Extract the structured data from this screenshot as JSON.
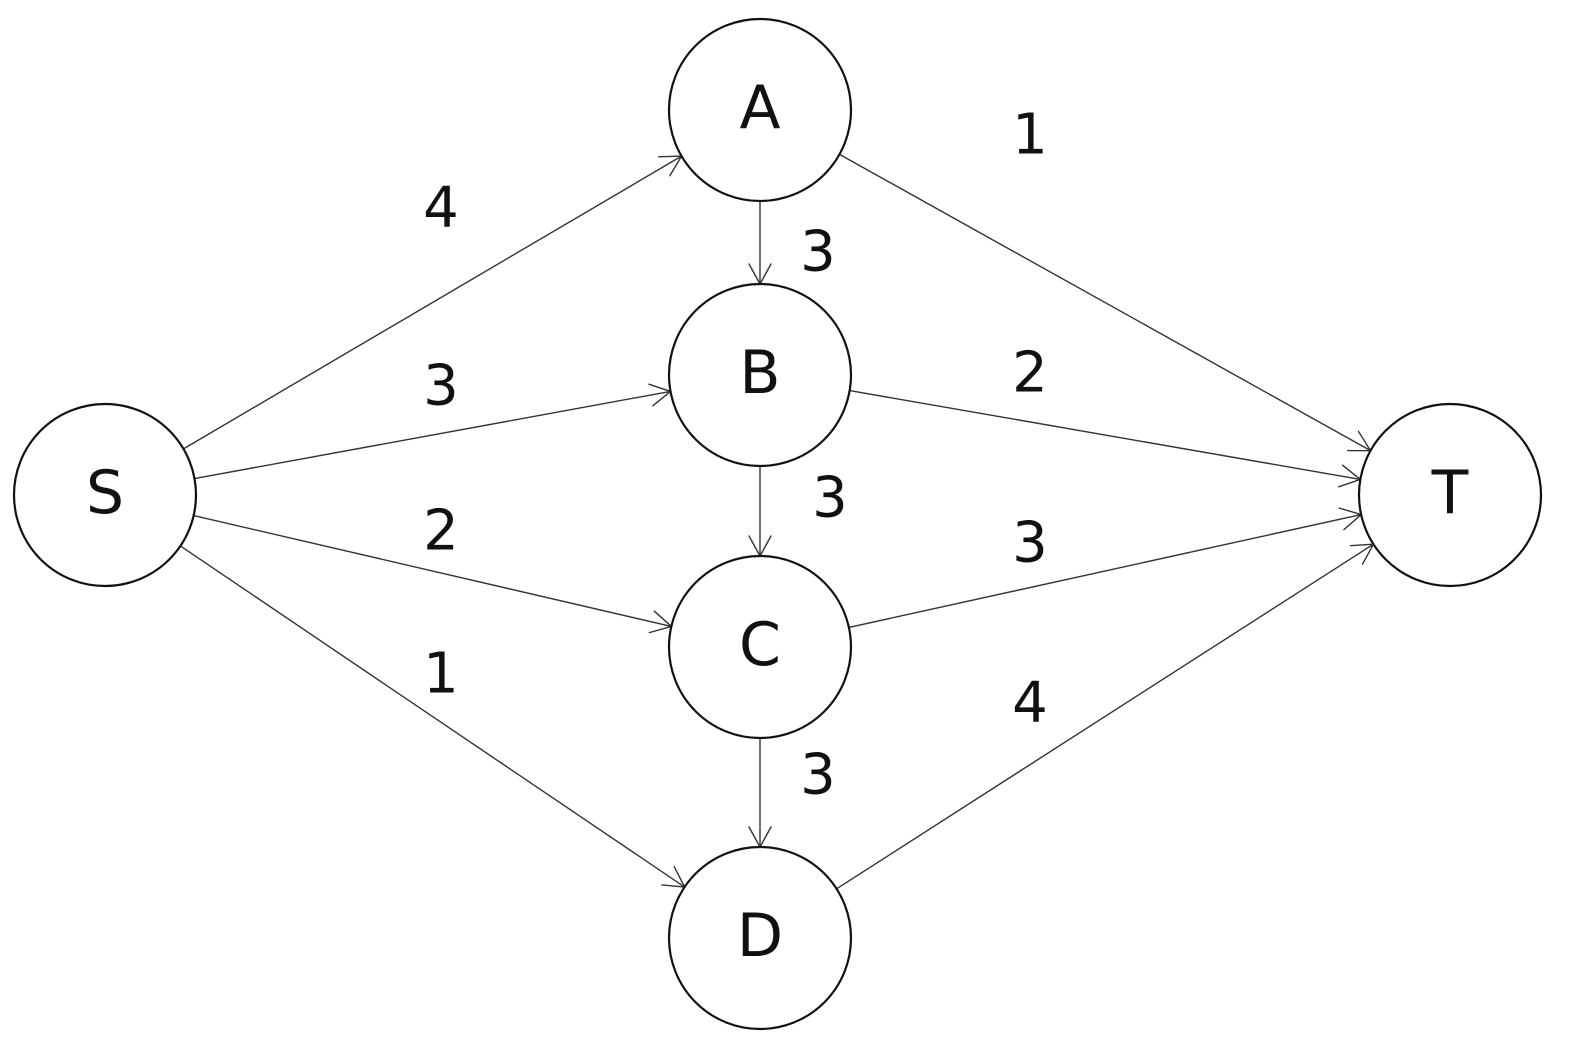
{
  "graph": {
    "nodes": [
      {
        "id": "S",
        "label": "S"
      },
      {
        "id": "A",
        "label": "A"
      },
      {
        "id": "B",
        "label": "B"
      },
      {
        "id": "C",
        "label": "C"
      },
      {
        "id": "D",
        "label": "D"
      },
      {
        "id": "T",
        "label": "T"
      }
    ],
    "edges": [
      {
        "from": "S",
        "to": "A",
        "weight": "4"
      },
      {
        "from": "S",
        "to": "B",
        "weight": "3"
      },
      {
        "from": "S",
        "to": "C",
        "weight": "2"
      },
      {
        "from": "S",
        "to": "D",
        "weight": "1"
      },
      {
        "from": "A",
        "to": "B",
        "weight": "3"
      },
      {
        "from": "B",
        "to": "C",
        "weight": "3"
      },
      {
        "from": "C",
        "to": "D",
        "weight": "3"
      },
      {
        "from": "A",
        "to": "T",
        "weight": "1"
      },
      {
        "from": "B",
        "to": "T",
        "weight": "2"
      },
      {
        "from": "C",
        "to": "T",
        "weight": "3"
      },
      {
        "from": "D",
        "to": "T",
        "weight": "4"
      }
    ],
    "colors": {
      "node_stroke": "#111111",
      "edge_stroke": "#333333",
      "text": "#111111",
      "background": "#ffffff"
    }
  }
}
